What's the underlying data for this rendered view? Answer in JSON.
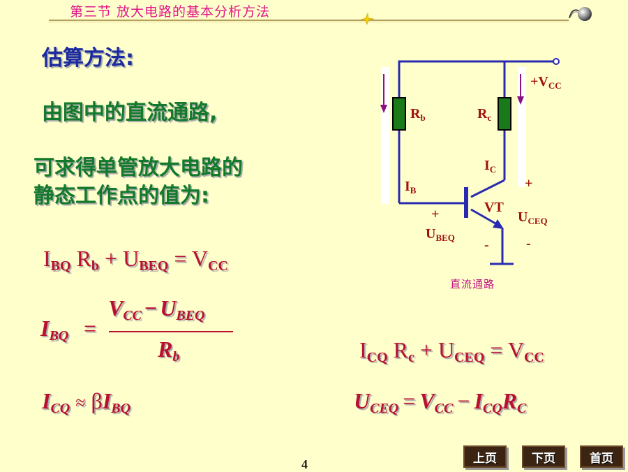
{
  "header": {
    "title": "第三节    放大电路的基本分析方法"
  },
  "content": {
    "heading": "估算方法:",
    "line1": "由图中的直流通路,",
    "line2a": "可求得单管放大电路的",
    "line2b": "静态工作点的值为:"
  },
  "circuit": {
    "vcc_label": "+V",
    "vcc_sub": "CC",
    "rb_label": "R",
    "rb_sub": "b",
    "rc_label": "R",
    "rc_sub": "c",
    "ic_label": "I",
    "ic_sub": "C",
    "ib_label": "I",
    "ib_sub": "B",
    "vt_label": "VT",
    "plus_ube": "+",
    "ube_label": "U",
    "ube_sub": "BEQ",
    "minus_ube": "-",
    "plus_uce": "+",
    "uce_label": "U",
    "uce_sub": "CEQ",
    "minus_uce": "-",
    "caption": "直流通路"
  },
  "equations": {
    "eq1": {
      "i": "I",
      "i_sub": "BQ",
      "r": " R",
      "r_sub": "b",
      "plus": " + U",
      "u_sub": "BEQ",
      "eq": " = V",
      "v_sub": "CC"
    },
    "eq2": {
      "lhs": "I",
      "lhs_sub": "BQ",
      "eq": "=",
      "num_v": "V",
      "num_v_sub": "CC",
      "minus": "−",
      "num_u": "U",
      "num_u_sub": "BEQ",
      "den": "R",
      "den_sub": "b"
    },
    "eq3": {
      "lhs": "I",
      "lhs_sub": "CQ",
      "approx": "≈",
      "beta": "β",
      "rhs": "I",
      "rhs_sub": "BQ"
    },
    "eq4": {
      "i": "I",
      "i_sub": "CQ",
      "r": " R",
      "r_sub": "c",
      "plus": " + U",
      "u_sub": "CEQ",
      "eq": " = V",
      "v_sub": "CC"
    },
    "eq5": {
      "lhs": "U",
      "lhs_sub": "CEQ",
      "eq": "=",
      "v": "V",
      "v_sub": "CC",
      "minus": "−",
      "i": "I",
      "i_sub": "CQ",
      "r": "R",
      "r_sub": "C"
    }
  },
  "nav": {
    "prev": "上页",
    "next": "下页",
    "home": "首页"
  },
  "page_number": "4"
}
